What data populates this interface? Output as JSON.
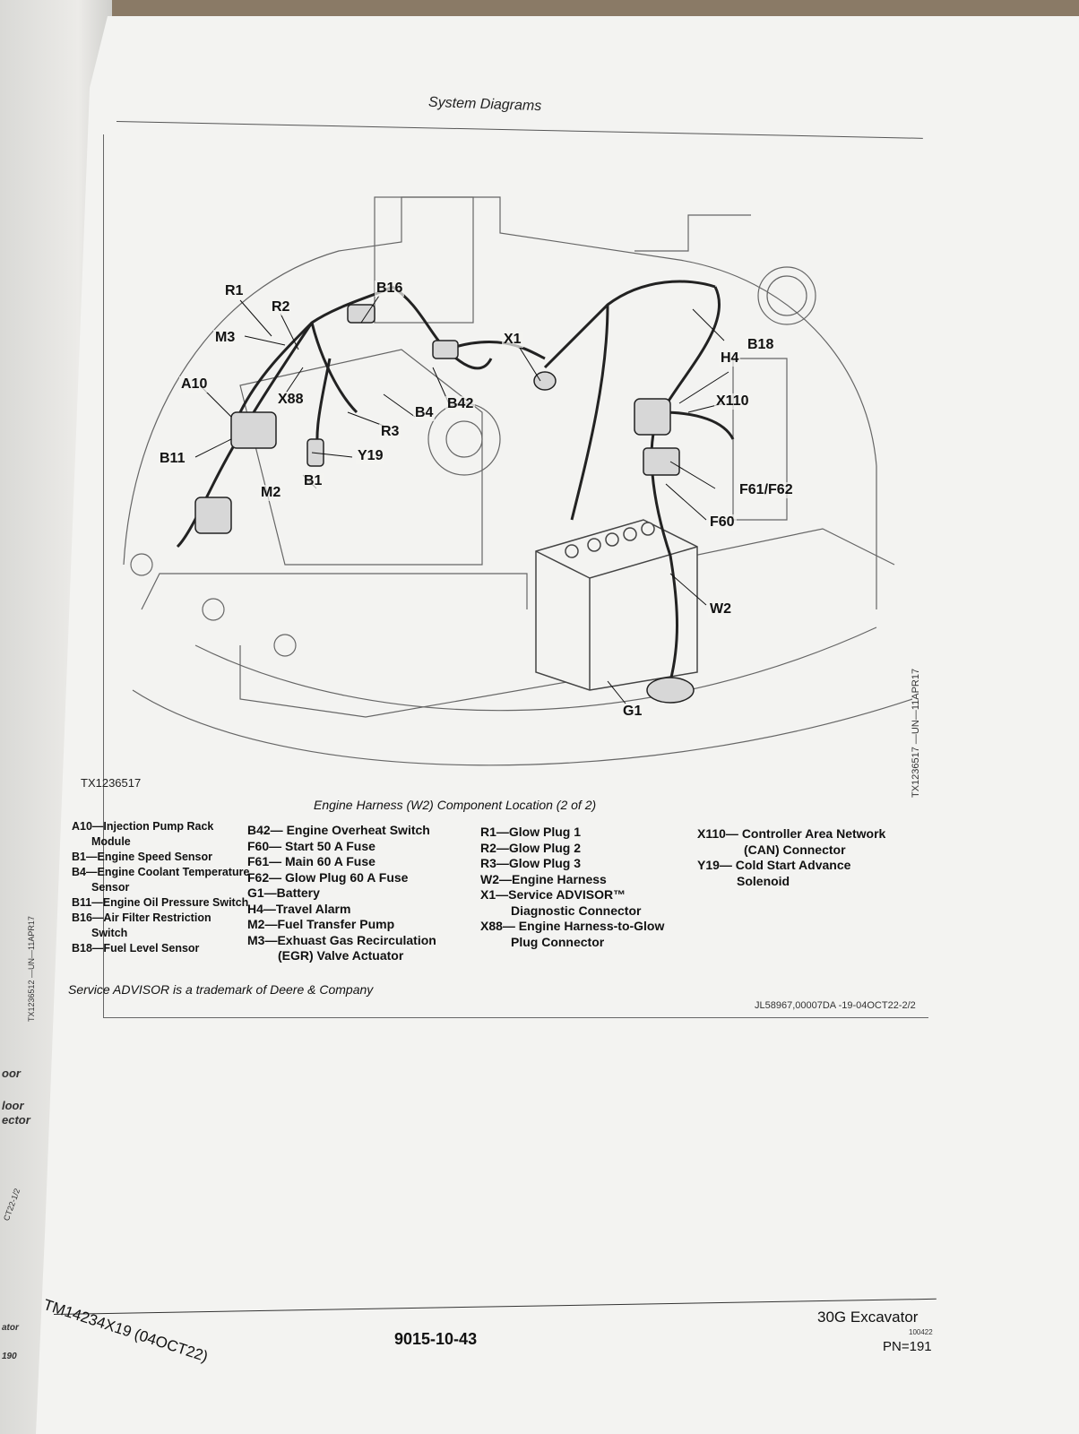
{
  "left_page_fragments": [
    "oor",
    "loor",
    "ector",
    "TX1236512 —UN—11APR17",
    "CT22-1/2",
    "ator",
    "190"
  ],
  "header": {
    "section_title": "System Diagrams"
  },
  "figure": {
    "callouts": [
      {
        "id": "r1",
        "text": "R1"
      },
      {
        "id": "r2",
        "text": "R2"
      },
      {
        "id": "b16",
        "text": "B16"
      },
      {
        "id": "m3",
        "text": "M3"
      },
      {
        "id": "x1",
        "text": "X1"
      },
      {
        "id": "b18",
        "text": "B18"
      },
      {
        "id": "h4",
        "text": "H4"
      },
      {
        "id": "a10",
        "text": "A10"
      },
      {
        "id": "x88",
        "text": "X88"
      },
      {
        "id": "b42",
        "text": "B42"
      },
      {
        "id": "b4",
        "text": "B4"
      },
      {
        "id": "x110",
        "text": "X110"
      },
      {
        "id": "r3",
        "text": "R3"
      },
      {
        "id": "y19",
        "text": "Y19"
      },
      {
        "id": "b11",
        "text": "B11"
      },
      {
        "id": "b1",
        "text": "B1"
      },
      {
        "id": "m2",
        "text": "M2"
      },
      {
        "id": "f61f62",
        "text": "F61/F62"
      },
      {
        "id": "f60",
        "text": "F60"
      },
      {
        "id": "w2",
        "text": "W2"
      },
      {
        "id": "g1",
        "text": "G1"
      }
    ],
    "figure_id": "TX1236517",
    "side_id": "TX1236517 —UN—11APR17",
    "caption": "Engine Harness (W2) Component Location (2 of 2)"
  },
  "legend": {
    "col1": [
      {
        "line": "A10—Injection Pump Rack",
        "cont": "Module"
      },
      {
        "line": "B1—Engine Speed Sensor",
        "cont": ""
      },
      {
        "line": "B4—Engine Coolant Temperature",
        "cont": "Sensor"
      },
      {
        "line": "B11—Engine Oil Pressure Switch",
        "cont": ""
      },
      {
        "line": "B16—Air Filter Restriction",
        "cont": "Switch"
      },
      {
        "line": "B18—Fuel Level Sensor",
        "cont": ""
      }
    ],
    "col2": [
      {
        "line": "B42— Engine Overheat Switch",
        "cont": ""
      },
      {
        "line": "F60— Start 50 A Fuse",
        "cont": ""
      },
      {
        "line": "F61— Main 60 A Fuse",
        "cont": ""
      },
      {
        "line": "F62— Glow Plug 60 A Fuse",
        "cont": ""
      },
      {
        "line": "G1—Battery",
        "cont": ""
      },
      {
        "line": "H4—Travel Alarm",
        "cont": ""
      },
      {
        "line": "M2—Fuel Transfer Pump",
        "cont": ""
      },
      {
        "line": "M3—Exhuast Gas Recirculation",
        "cont": "(EGR) Valve Actuator"
      }
    ],
    "col3": [
      {
        "line": "R1—Glow Plug 1",
        "cont": ""
      },
      {
        "line": "R2—Glow Plug 2",
        "cont": ""
      },
      {
        "line": "R3—Glow Plug 3",
        "cont": ""
      },
      {
        "line": "W2—Engine Harness",
        "cont": ""
      },
      {
        "line": "X1—Service ADVISOR™",
        "cont": "Diagnostic Connector"
      },
      {
        "line": "X88— Engine Harness-to-Glow",
        "cont": "Plug Connector"
      }
    ],
    "col4": [
      {
        "line": "X110— Controller Area Network",
        "cont": "(CAN) Connector"
      },
      {
        "line": "Y19— Cold Start Advance",
        "cont": "Solenoid"
      }
    ]
  },
  "trademark": "Service ADVISOR is a trademark of Deere & Company",
  "doc_code": "JL58967,00007DA -19-04OCT22-2/2",
  "footer": {
    "left": "TM14234X19 (04OCT22)",
    "center": "9015-10-43",
    "right_title": "30G Excavator",
    "right_small": "100422",
    "right_pn": "PN=191"
  }
}
